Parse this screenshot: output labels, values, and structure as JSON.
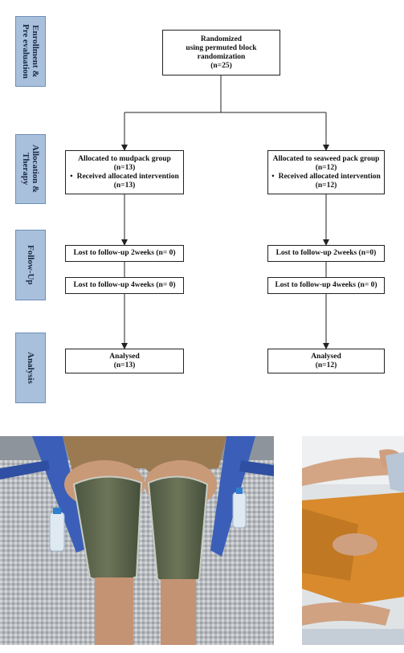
{
  "side_labels": {
    "enrollment": [
      "Enrollment &",
      "Pre evaluation"
    ],
    "allocation": [
      "Allocation &",
      "Therapy"
    ],
    "follow_up": [
      "Follow-Up"
    ],
    "analysis": [
      "Analysis"
    ]
  },
  "randomized": [
    "Randomized",
    "using permuted block",
    "randomization",
    "(n=25)"
  ],
  "left": {
    "allocated": [
      "Allocated to mudpack group",
      "(n=13)",
      "Received allocated intervention",
      "(n=13)"
    ],
    "lost_2weeks": "Lost to follow-up 2weeks (n= 0)",
    "lost_4weeks": "Lost to follow-up 4weeks (n= 0)",
    "analysed": [
      "Analysed",
      "(n=13)"
    ]
  },
  "right": {
    "allocated": [
      "Allocated to seaweed pack group",
      "(n=12)",
      "Received allocated intervention",
      "(n=12)"
    ],
    "lost_2weeks": "Lost to follow-up 2weeks (n=0)",
    "lost_4weeks": "Lost to follow-up 4weeks (n= 0)",
    "analysed": [
      "Analysed",
      "(n=12)"
    ]
  },
  "colors": {
    "side_fill": "#a9c0dc",
    "side_border": "#6f8fb8",
    "line": "#222222"
  }
}
